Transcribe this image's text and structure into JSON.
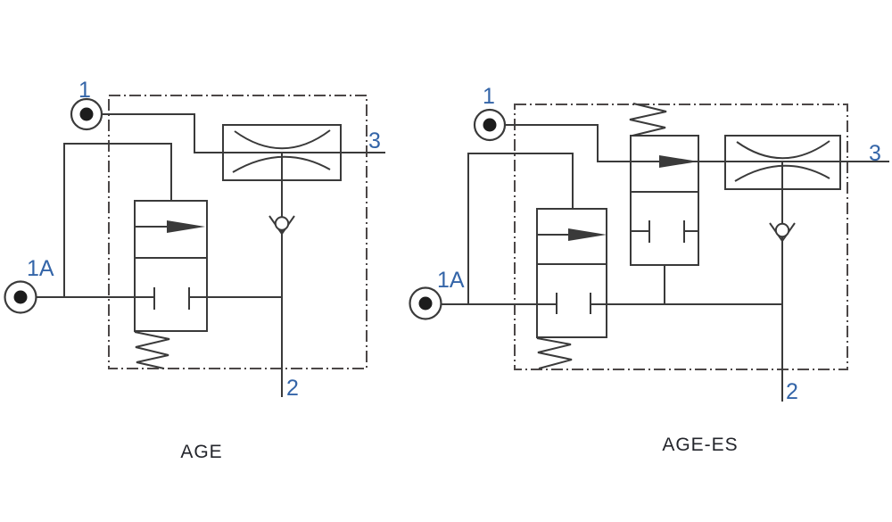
{
  "colors": {
    "line": "#3a3a3a",
    "dot": "#1c1c1c",
    "border": "#4c4747",
    "port_label": "#3465a8",
    "caption": "#23252b"
  },
  "age": {
    "caption": "AGE",
    "port_labels": {
      "p1": "1",
      "p1a": "1A",
      "p2": "2",
      "p3": "3"
    }
  },
  "age_es": {
    "caption": "AGE-ES",
    "port_labels": {
      "p1": "1",
      "p1a": "1A",
      "p2": "2",
      "p3": "3"
    }
  }
}
